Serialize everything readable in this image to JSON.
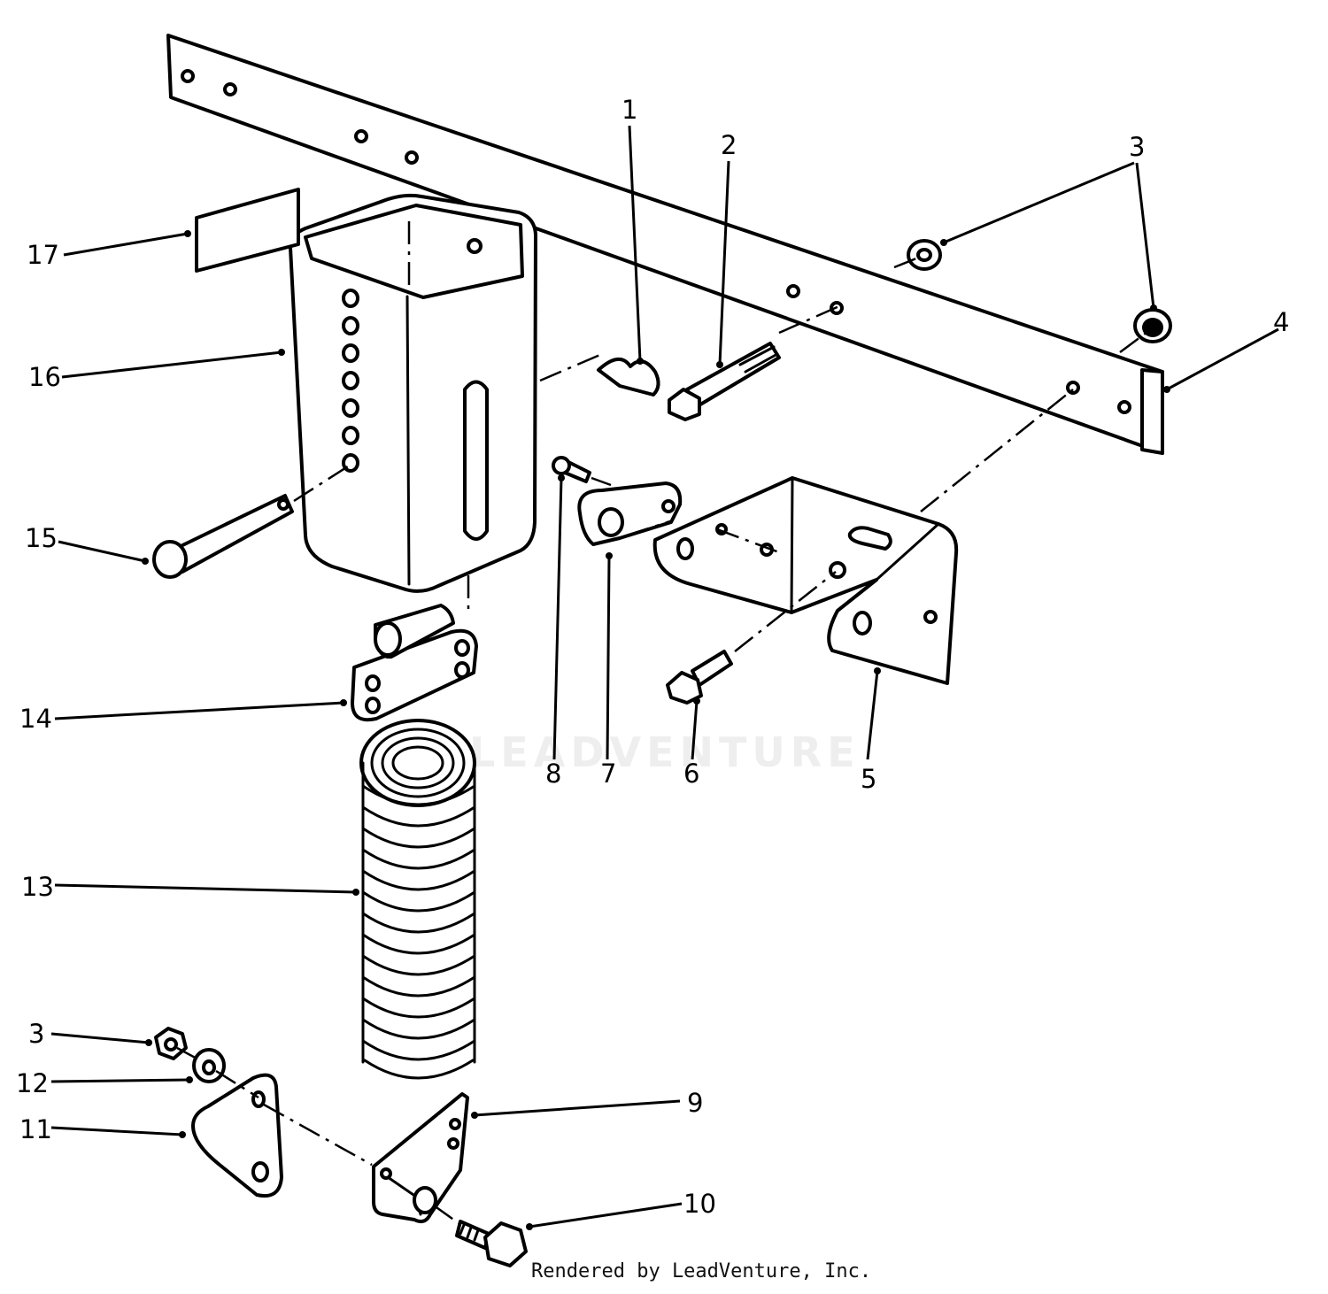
{
  "watermark": "LEADVENTURE",
  "credit": "Rendered by LeadVenture, Inc.",
  "callouts": {
    "c1": "1",
    "c2": "2",
    "c3a": "3",
    "c3b": "3",
    "c4": "4",
    "c5": "5",
    "c6": "6",
    "c7": "7",
    "c8": "8",
    "c9": "9",
    "c10": "10",
    "c11": "11",
    "c12": "12",
    "c13": "13",
    "c14": "14",
    "c15": "15",
    "c16": "16",
    "c17": "17"
  }
}
